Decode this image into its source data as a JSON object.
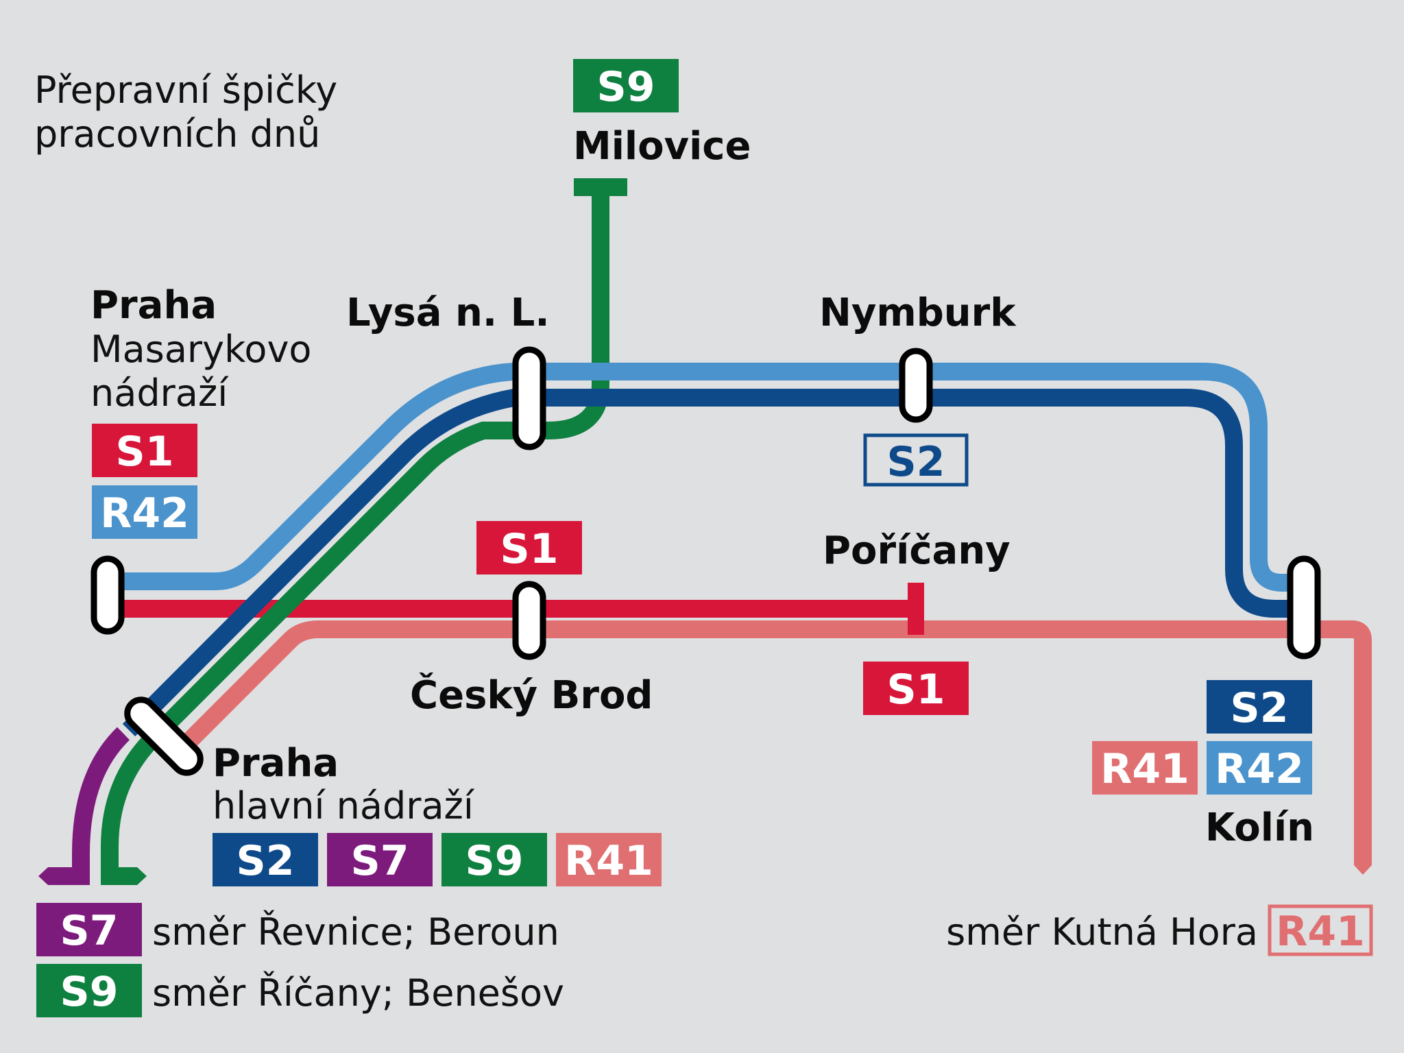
{
  "title": {
    "line1": "Přepravní špičky",
    "line2": "pracovních dnů"
  },
  "colors": {
    "S1": "#d8163a",
    "S2": "#0e4a8a",
    "R42": "#4a93cd",
    "S7": "#7c1b7c",
    "S9": "#0e8040",
    "R41": "#e06f71",
    "background": "#dfe0e2"
  },
  "stations": {
    "milovice": {
      "name": "Milovice"
    },
    "praha_masarykovo": {
      "name": "Praha",
      "sub1": "Masarykovo",
      "sub2": "nádraží"
    },
    "lysa": {
      "name": "Lysá n. L."
    },
    "nymburk": {
      "name": "Nymburk"
    },
    "poricany": {
      "name": "Poříčany"
    },
    "cesky_brod": {
      "name": "Český Brod"
    },
    "praha_hln": {
      "name": "Praha",
      "sub": "hlavní nádraží"
    },
    "kolin": {
      "name": "Kolín"
    }
  },
  "badges": {
    "milovice_s9": "S9",
    "masarykovo_s1": "S1",
    "masarykovo_r42": "R42",
    "nymburk_s2": "S2",
    "brod_s1": "S1",
    "poricany_s1": "S1",
    "kolin_s2": "S2",
    "kolin_r41": "R41",
    "kolin_r42": "R42",
    "hln_s2": "S2",
    "hln_s7": "S7",
    "hln_s9": "S9",
    "hln_r41": "R41",
    "legend_s7": "S7",
    "legend_s9": "S9",
    "legend_r41": "R41"
  },
  "destinations": {
    "s7": "směr Řevnice; Beroun",
    "s9": "směr Říčany; Benešov",
    "r41": "směr Kutná Hora"
  }
}
